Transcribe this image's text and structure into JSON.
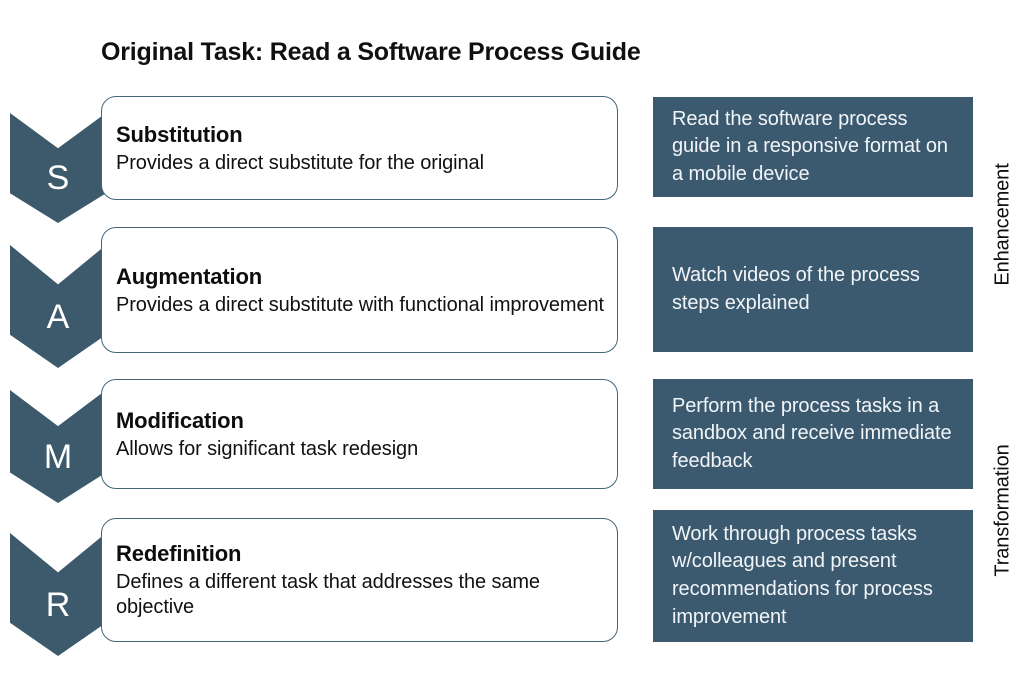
{
  "title": "Original Task: Read a Software Process Guide",
  "colors": {
    "chevron": "#3D5A6C",
    "example_panel": "#3B5A70",
    "card_border": "#44647A",
    "background": "#FFFFFF",
    "title_text": "#101010",
    "example_text": "#F2F5F7"
  },
  "rows": [
    {
      "letter": "S",
      "name": "Substitution",
      "description": "Provides a direct substitute for the original",
      "example": "Read the software process guide in a responsive format on a mobile device"
    },
    {
      "letter": "A",
      "name": "Augmentation",
      "description": "Provides a direct substitute with functional improvement",
      "example": "Watch videos of the process steps explained"
    },
    {
      "letter": "M",
      "name": "Modification",
      "description": "Allows for significant task redesign",
      "example": "Perform the process tasks in a sandbox and receive immediate feedback"
    },
    {
      "letter": "R",
      "name": "Redefinition",
      "description": "Defines a different task that addresses the same objective",
      "example": "Work through process tasks w/colleagues and present recommendations for process improvement"
    }
  ],
  "categories": [
    {
      "label": "Enhancement"
    },
    {
      "label": "Transformation"
    }
  ]
}
